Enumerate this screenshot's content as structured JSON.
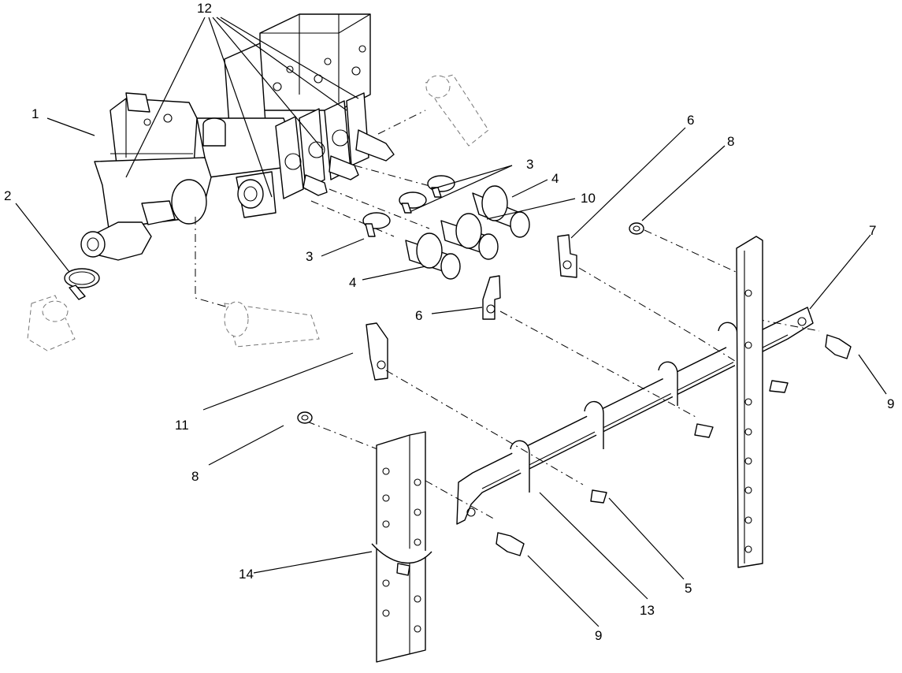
{
  "colors": {
    "line": "#000000",
    "ghost": "#777777",
    "background": "#ffffff"
  },
  "callouts": [
    {
      "label": "12"
    },
    {
      "label": "1"
    },
    {
      "label": "2"
    },
    {
      "label": "3"
    },
    {
      "label": "3"
    },
    {
      "label": "4"
    },
    {
      "label": "4"
    },
    {
      "label": "10"
    },
    {
      "label": "6"
    },
    {
      "label": "6"
    },
    {
      "label": "8"
    },
    {
      "label": "8"
    },
    {
      "label": "7"
    },
    {
      "label": "9"
    },
    {
      "label": "9"
    },
    {
      "label": "11"
    },
    {
      "label": "5"
    },
    {
      "label": "13"
    },
    {
      "label": "14"
    }
  ]
}
